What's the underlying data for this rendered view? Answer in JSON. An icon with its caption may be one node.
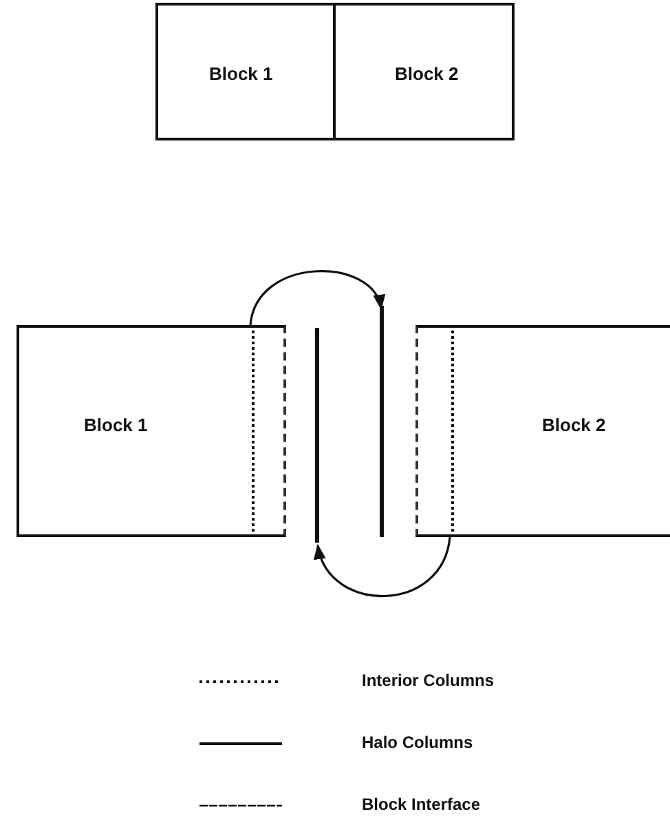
{
  "diagram": {
    "nodes": [
      {
        "text": [
          "Block 1"
        ]
      },
      {
        "text": [
          "Block 2"
        ]
      },
      {
        "text": [
          "Block 1"
        ]
      },
      {
        "text": [
          "Block 2"
        ]
      },
      {
        "text": [],
        "shape": "bar",
        "in": 2
      },
      {
        "text": [],
        "shape": "bar"
      },
      {
        "text": [],
        "shape": "bar"
      },
      {
        "text": [],
        "shape": "bar",
        "in": 3
      }
    ],
    "edges": [
      {
        "from": 4,
        "to": 6,
        "arrow": "to"
      },
      {
        "from": 7,
        "to": 5,
        "arrow": "to"
      }
    ],
    "legend": [
      {
        "text": "Interior Columns"
      },
      {
        "text": "Halo Columns"
      },
      {
        "text": "Block Interface"
      }
    ]
  }
}
